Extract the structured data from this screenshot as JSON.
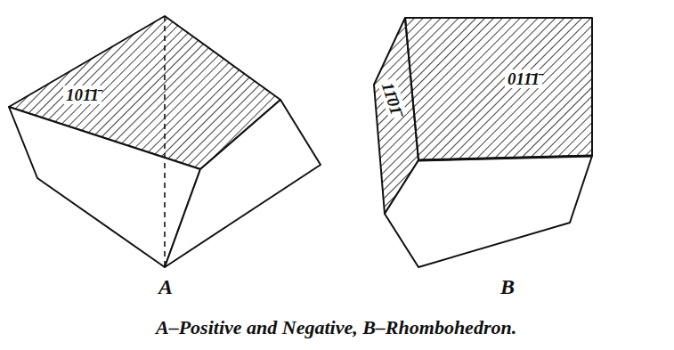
{
  "diagram": {
    "caption": "A–Positive and Negative, B–Rhombohedron.",
    "labels": [
      "101̄1̄",
      "A",
      "11̄01̄",
      "011̄1̄",
      "B"
    ]
  }
}
